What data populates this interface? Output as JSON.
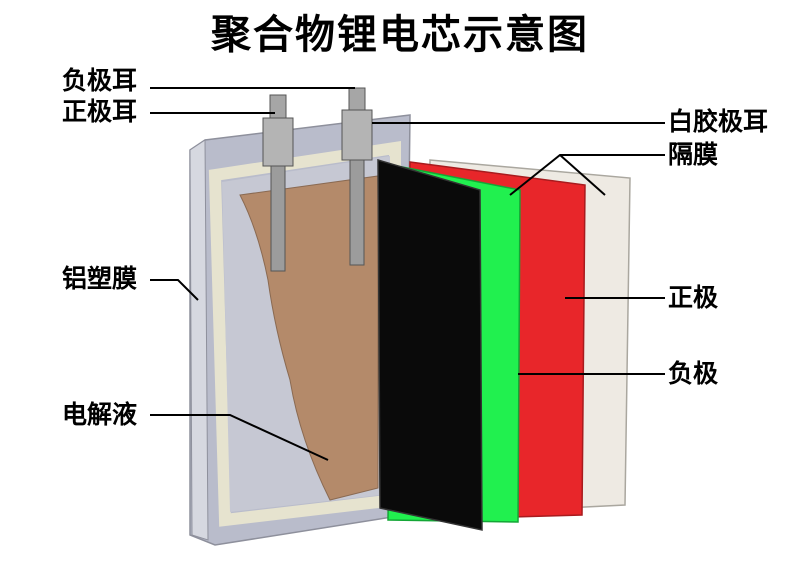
{
  "title": "聚合物锂电芯示意图",
  "labels": {
    "negative_tab": "负极耳",
    "positive_tab": "正极耳",
    "white_tab_glue": "白胶极耳",
    "separator": "隔膜",
    "aluminum_film": "铝塑膜",
    "positive_electrode": "正极",
    "negative_electrode": "负极",
    "electrolyte": "电解液"
  },
  "colors": {
    "pouch_frame": "#b9bccb",
    "pouch_inner": "#c9cbd6",
    "seal_edge": "#e6e3cf",
    "electrolyte_fill": "#b48a6a",
    "black_layer": "#0a0a0a",
    "green_separator": "#21f04f",
    "red_positive": "#e8262a",
    "white_separator": "#eeeae3",
    "tab_metal": "#a6a6a6",
    "leader_line": "#000000"
  }
}
